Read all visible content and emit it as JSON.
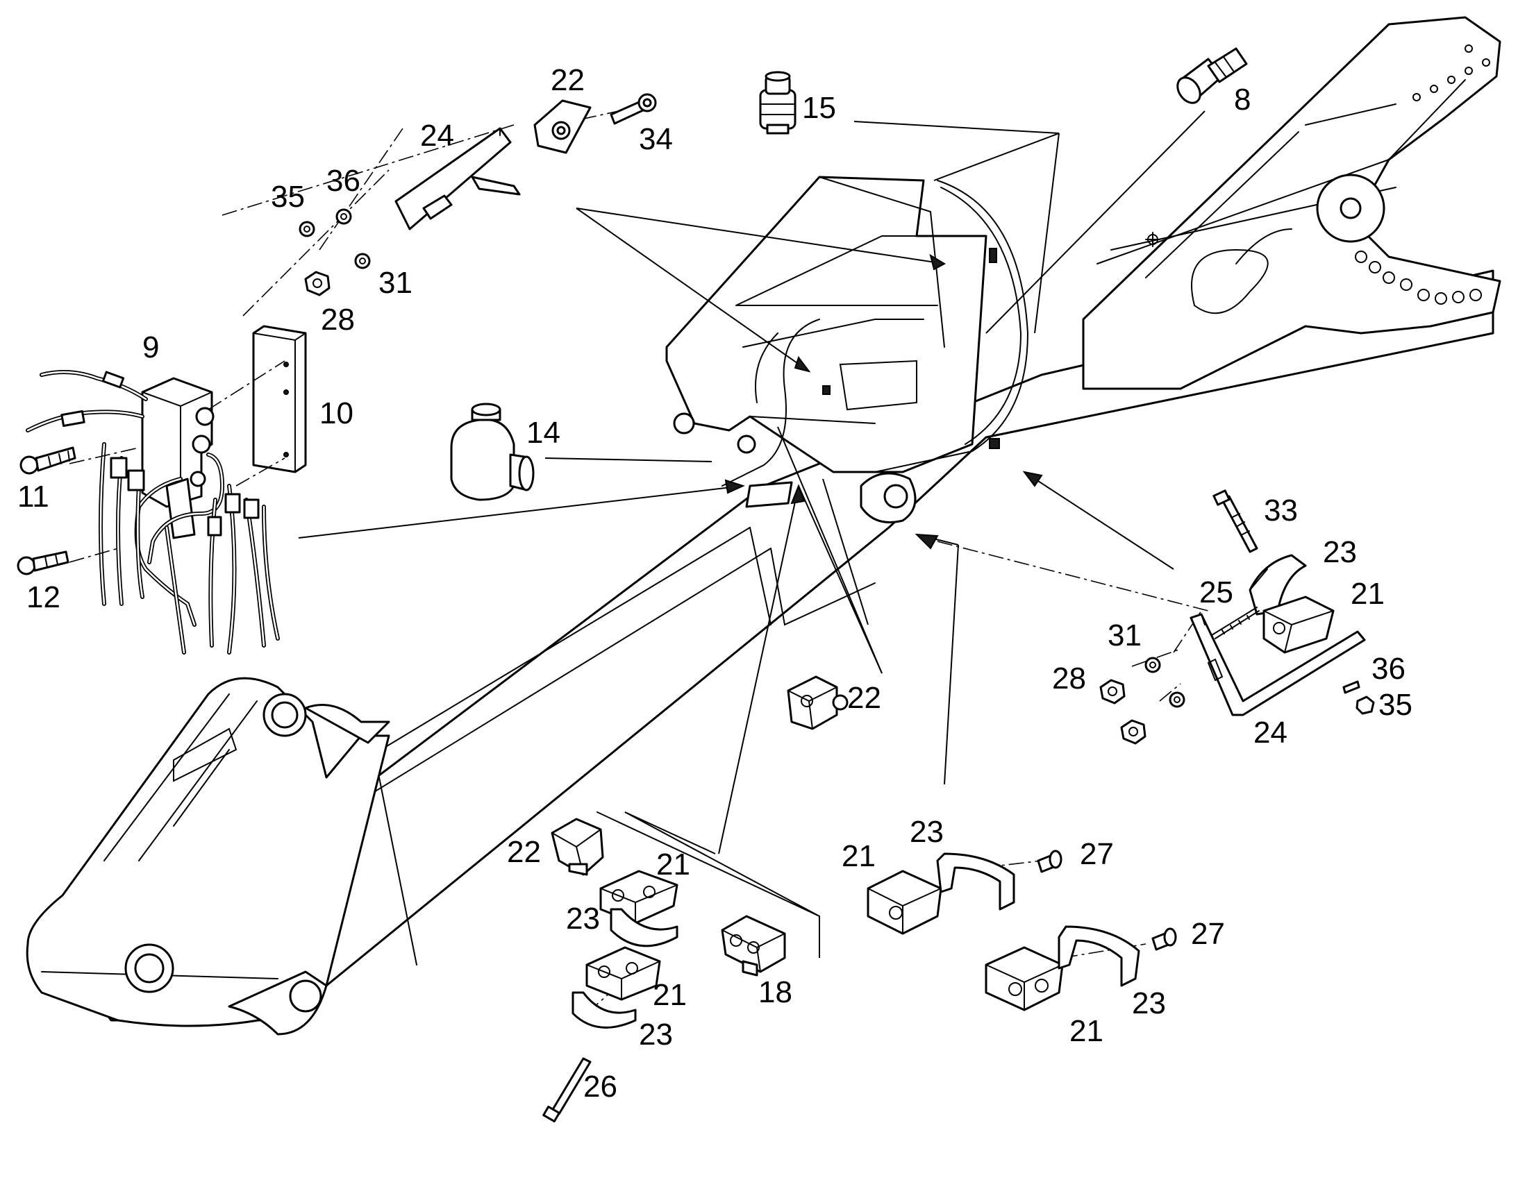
{
  "colors": {
    "line": "#000000",
    "background": "#ffffff"
  },
  "labels": {
    "l8": "8",
    "l9": "9",
    "l10": "10",
    "l11": "11",
    "l12": "12",
    "l14": "14",
    "l15": "15",
    "l18": "18",
    "l21a": "21",
    "l21b": "21",
    "l21c": "21",
    "l21d": "21",
    "l21e": "21",
    "l22a": "22",
    "l22b": "22",
    "l22c": "22",
    "l23a": "23",
    "l23b": "23",
    "l23c": "23",
    "l23d": "23",
    "l23e": "23",
    "l24a": "24",
    "l24b": "24",
    "l25": "25",
    "l26": "26",
    "l27a": "27",
    "l27b": "27",
    "l28a": "28",
    "l28b": "28",
    "l31a": "31",
    "l31b": "31",
    "l33": "33",
    "l34": "34",
    "l35a": "35",
    "l35b": "35",
    "l36a": "36",
    "l36b": "36"
  }
}
